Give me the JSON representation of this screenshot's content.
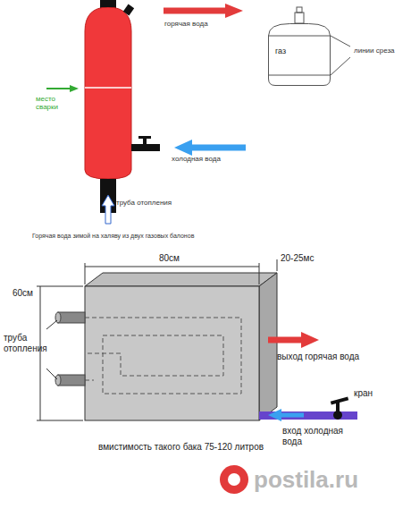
{
  "diagram": {
    "nodes": [
      {
        "text": [
          "газ"
        ]
      }
    ],
    "labels": [
      "горячая вода",
      "место сварки",
      "холодная вода",
      "труба отопления",
      "линии среза",
      "Горячая вода зимой на халяву из двух газовых балонов",
      "80см",
      "20-25мс",
      "60см",
      "труба отопления",
      "выход горячая вода",
      "кран",
      "вход холодная вода",
      "вмистимость такого бака 75-120 литров",
      "postila.ru"
    ]
  }
}
